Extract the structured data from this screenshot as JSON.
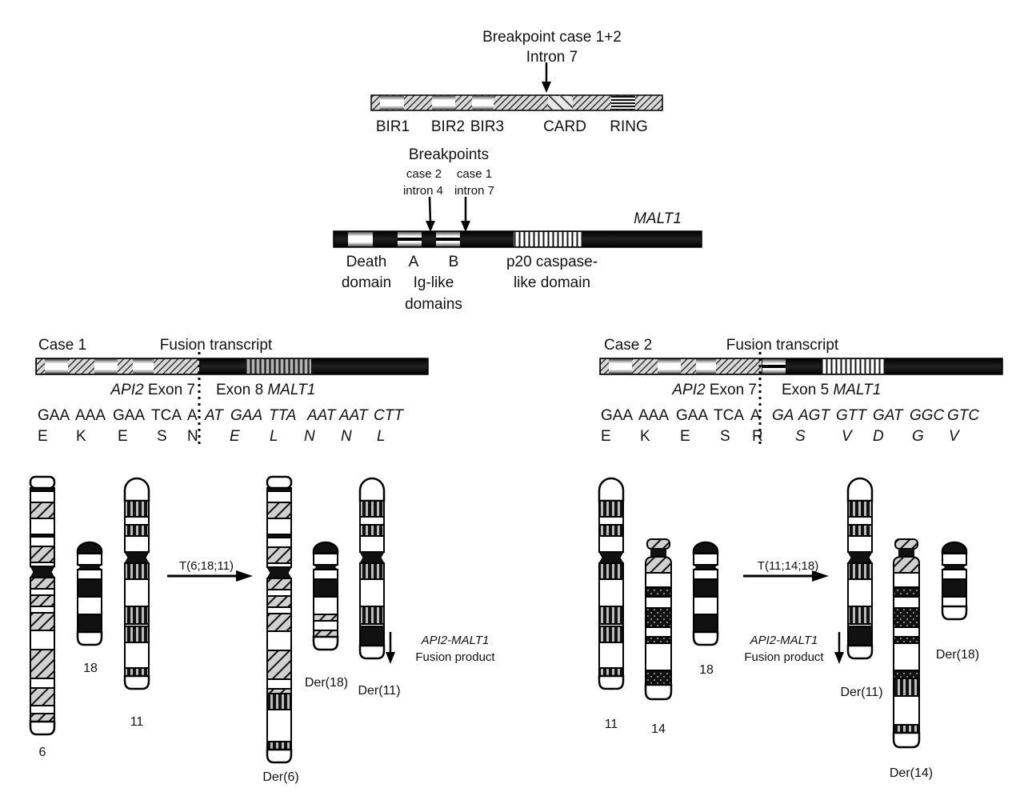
{
  "api2": {
    "breakpoint_title": "Breakpoint case 1+2",
    "breakpoint_sub": "Intron 7",
    "domains": [
      "BIR1",
      "BIR2",
      "BIR3",
      "CARD",
      "RING"
    ]
  },
  "malt1": {
    "gene_label": "MALT1",
    "breakpoints_title": "Breakpoints",
    "bp_case2_line1": "case 2",
    "bp_case2_line2": "intron 4",
    "bp_case1_line1": "case 1",
    "bp_case1_line2": "intron 7",
    "death_line1": "Death",
    "death_line2": "domain",
    "ig_a": "A",
    "ig_b": "B",
    "ig_line1": "Ig-like",
    "ig_line2": "domains",
    "p20_line1": "p20 caspase-",
    "p20_line2": "like domain"
  },
  "case1": {
    "title": "Case 1",
    "fusion_label": "Fusion transcript",
    "api2_italic": "API2",
    "api2_exon": "Exon 7",
    "malt_exon": "Exon 8",
    "malt_italic": "MALT1",
    "codons_api2": [
      "GAA",
      "AAA",
      "GAA",
      "TCA",
      "A"
    ],
    "codons_malt": [
      "AT",
      "GAA",
      "TTA",
      "AAT",
      "AAT",
      "CTT"
    ],
    "aa_api2": [
      "E",
      "K",
      "E",
      "S",
      "N"
    ],
    "aa_malt": [
      "E",
      "L",
      "N",
      "N",
      "L"
    ],
    "translocation": "T(6;18;11)",
    "chromosomes_before": [
      "6",
      "18",
      "11"
    ],
    "chromosomes_after": [
      "Der(6)",
      "Der(18)",
      "Der(11)"
    ],
    "fusion_product_italic": "API2-MALT1",
    "fusion_product": "Fusion product"
  },
  "case2": {
    "title": "Case 2",
    "fusion_label": "Fusion transcript",
    "api2_italic": "API2",
    "api2_exon": "Exon 7",
    "malt_exon": "Exon 5",
    "malt_italic": "MALT1",
    "codons_api2": [
      "GAA",
      "AAA",
      "GAA",
      "TCA",
      "A"
    ],
    "codons_malt": [
      "GA",
      "AGT",
      "GTT",
      "GAT",
      "GGC",
      "GTC"
    ],
    "aa_api2": [
      "E",
      "K",
      "E",
      "S",
      "R"
    ],
    "aa_malt": [
      "S",
      "V",
      "D",
      "G",
      "V"
    ],
    "translocation": "T(11;14;18)",
    "chromosomes_before": [
      "11",
      "14",
      "18"
    ],
    "chromosomes_after": [
      "Der(11)",
      "Der(14)",
      "Der(18)"
    ],
    "fusion_product_italic": "API2-MALT1",
    "fusion_product": "Fusion product"
  }
}
